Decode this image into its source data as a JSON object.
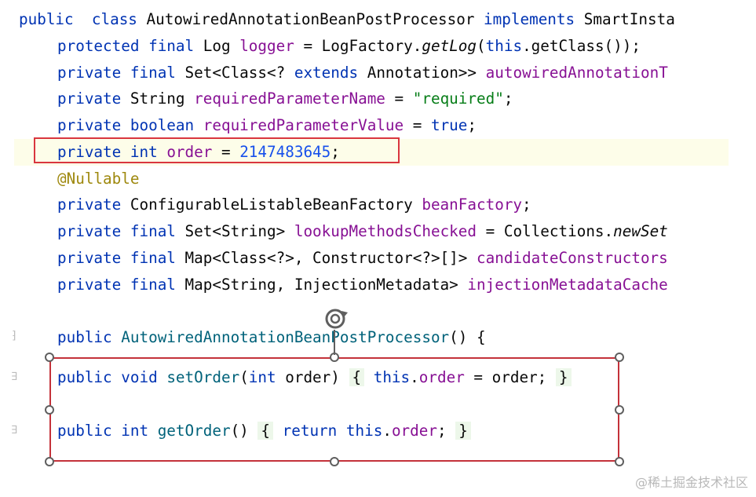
{
  "editor": {
    "lines": [
      {
        "parts": [
          [
            "kw",
            "public"
          ],
          [
            "",
            "  "
          ],
          [
            "kw",
            "class"
          ],
          [
            "",
            " AutowiredAnnotationBeanPostProcessor "
          ],
          [
            "kw",
            "implements"
          ],
          [
            "",
            " SmartInsta"
          ]
        ]
      },
      {
        "parts": [
          [
            "kw",
            "protected"
          ],
          [
            "",
            " "
          ],
          [
            "kw",
            "final"
          ],
          [
            "",
            " Log "
          ],
          [
            "fld",
            "logger"
          ],
          [
            "",
            " = LogFactory."
          ],
          [
            "it",
            "getLog"
          ],
          [
            "",
            "("
          ],
          [
            "kw",
            "this"
          ],
          [
            "",
            ".getClass());"
          ]
        ]
      },
      {
        "parts": [
          [
            "kw",
            "private"
          ],
          [
            "",
            " "
          ],
          [
            "kw",
            "final"
          ],
          [
            "",
            " Set<Class<? "
          ],
          [
            "kw",
            "extends"
          ],
          [
            "",
            " Annotation>> "
          ],
          [
            "fld",
            "autowiredAnnotationT"
          ]
        ]
      },
      {
        "parts": [
          [
            "kw",
            "private"
          ],
          [
            "",
            " String "
          ],
          [
            "fld",
            "requiredParameterName"
          ],
          [
            "",
            " = "
          ],
          [
            "str",
            "\"required\""
          ],
          [
            "",
            ";"
          ]
        ]
      },
      {
        "parts": [
          [
            "kw",
            "private"
          ],
          [
            "",
            " "
          ],
          [
            "kw",
            "boolean"
          ],
          [
            "",
            " "
          ],
          [
            "fld",
            "requiredParameterValue"
          ],
          [
            "",
            " = "
          ],
          [
            "kw",
            "true"
          ],
          [
            "",
            ";"
          ]
        ]
      },
      {
        "parts": [
          [
            "kw",
            "private"
          ],
          [
            "",
            " "
          ],
          [
            "kw",
            "int"
          ],
          [
            "",
            " "
          ],
          [
            "fld",
            "order"
          ],
          [
            "",
            " = "
          ],
          [
            "num",
            "2147483645"
          ],
          [
            "",
            ";"
          ]
        ]
      },
      {
        "parts": [
          [
            "ann",
            "@Nullable"
          ]
        ]
      },
      {
        "parts": [
          [
            "kw",
            "private"
          ],
          [
            "",
            " ConfigurableListableBeanFactory "
          ],
          [
            "fld",
            "beanFactory"
          ],
          [
            "",
            ";"
          ]
        ]
      },
      {
        "parts": [
          [
            "kw",
            "private"
          ],
          [
            "",
            " "
          ],
          [
            "kw",
            "final"
          ],
          [
            "",
            " Set<String> "
          ],
          [
            "fld",
            "lookupMethodsChecked"
          ],
          [
            "",
            " = Collections."
          ],
          [
            "it",
            "newSet"
          ]
        ]
      },
      {
        "parts": [
          [
            "kw",
            "private"
          ],
          [
            "",
            " "
          ],
          [
            "kw",
            "final"
          ],
          [
            "",
            " Map<Class<?>, Constructor<?>[]> "
          ],
          [
            "fld",
            "candidateConstructors"
          ]
        ]
      },
      {
        "parts": [
          [
            "kw",
            "private"
          ],
          [
            "",
            " "
          ],
          [
            "kw",
            "final"
          ],
          [
            "",
            " Map<String, InjectionMetadata> "
          ],
          [
            "fld",
            "injectionMetadataCache"
          ]
        ]
      },
      {
        "parts": [
          [
            "kw",
            "public"
          ],
          [
            "",
            " "
          ],
          [
            "fn",
            "AutowiredAnnotationBeanPostProcessor"
          ],
          [
            "",
            "() {"
          ]
        ]
      },
      {
        "parts": [
          [
            "kw",
            "public"
          ],
          [
            "",
            " "
          ],
          [
            "kw",
            "void"
          ],
          [
            "",
            " "
          ],
          [
            "fn",
            "setOrder"
          ],
          [
            "",
            "("
          ],
          [
            "kw",
            "int"
          ],
          [
            "",
            " order) "
          ],
          [
            "brace",
            "{"
          ],
          [
            "",
            " "
          ],
          [
            "kw",
            "this"
          ],
          [
            "",
            "."
          ],
          [
            "fld",
            "order"
          ],
          [
            "",
            " = order; "
          ],
          [
            "brace",
            "}"
          ]
        ]
      },
      {
        "parts": [
          [
            "kw",
            "public"
          ],
          [
            "",
            " "
          ],
          [
            "kw",
            "int"
          ],
          [
            "",
            " "
          ],
          [
            "fn",
            "getOrder"
          ],
          [
            "",
            "() "
          ],
          [
            "brace",
            "{"
          ],
          [
            "",
            " "
          ],
          [
            "kw",
            "return"
          ],
          [
            "",
            " "
          ],
          [
            "kw",
            "this"
          ],
          [
            "",
            "."
          ],
          [
            "fld",
            "order"
          ],
          [
            "",
            "; "
          ],
          [
            "brace",
            "}"
          ]
        ]
      }
    ]
  },
  "watermark": "@稀土掘金技术社区",
  "colors": {
    "keyword": "#0033b3",
    "field": "#871094",
    "string": "#067d17",
    "number": "#1750eb",
    "annotation": "#9e880d",
    "method": "#00627a",
    "selection": "#c4323a"
  },
  "icons": {
    "rotate": "rotate-icon",
    "fold": "fold-marker-icon"
  }
}
